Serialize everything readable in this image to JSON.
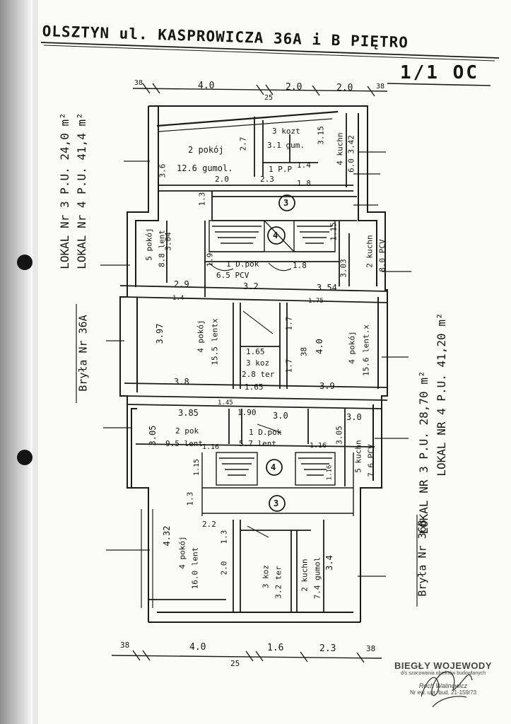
{
  "header": {
    "title": "OLSZTYN ul. KASPROWICZA 36A i B PIĘTRO",
    "code": "1/1 OC"
  },
  "side_labels": {
    "left_lokal3": "LOKAL Nr 3 P.U. 24,0 m²",
    "left_lokal4": "LOKAL Nr 4 P.U. 41,4 m²",
    "left_bryla": "Bryła Nr 36A",
    "right_bryla": "Bryła Nr 36B",
    "right_lokal3": "LOKAL NR 3 P.U. 28,70 m²",
    "right_lokal4": "LOKAL NR 4 P.U. 41,20 m²"
  },
  "top_dims": {
    "d38a": "38",
    "d40": "4.0",
    "d25": "25",
    "d20a": "2.0",
    "d20b": "2.0",
    "d38b": "38"
  },
  "bottom_dims": {
    "d38a": "38",
    "d40": "4.0",
    "d25": "25",
    "d16": "1.6",
    "d23": "2.3",
    "d38b": "38"
  },
  "rooms": {
    "r_pokoj2": "2 pokój",
    "r_pokoj2b": "12.6 gumol.",
    "r_koz": "3 kozt",
    "r_koz_b": "3.1 gum.",
    "r_kuch": "4 kuchn",
    "r_kuch_b": "6.0 3.42",
    "r_pp": "1 P.P",
    "r_3_15": "3.15",
    "r_2_7": "2.7",
    "r_3_6": "3.6",
    "r_1_4": "1.4",
    "r_2_0": "2.0",
    "r_2_3": "2.3",
    "r_1_8": "1.8",
    "r_1_3": "1.3",
    "r_5pok": "5 pokój",
    "r_5pok_b": "8.8 lent",
    "r_3_04": "3.04",
    "r_2kuch": "2 kuchn",
    "r_2kuch_b": "8.0 PCV",
    "r_3_03": "3.03",
    "r_1_9": "1.9",
    "r_dpok": "1 D.pok",
    "r_dpok_b": "6.5 PCV",
    "r_1_8b": "1.8",
    "r_1_15": "1.15",
    "r_2_9": "2.9",
    "r_3_2": "3.2",
    "r_3_54": "3.54",
    "r_1_4b": "1.4",
    "r_1_75": "1.75",
    "r_3_97": "3.97",
    "r_4pok": "4 pokój",
    "r_4pok_b": "15.5 lentx",
    "r_4pokR": "4 pokój",
    "r_4pokR_b": "15.6 lent.x",
    "r_4_0": "4.0",
    "r_1_7": "1.7",
    "r_1_7b": "1.7",
    "r_1_65": "1.65",
    "r_3koz": "3 koz",
    "r_3koz_b": "2.8 ter",
    "r_1_65b": "1.65",
    "r_3_8": "3.8",
    "r_3_9": "3.9",
    "r_38": "38",
    "r_3_85": "3.85",
    "r_1_45": "1.45",
    "r_1_90": "1.90",
    "r_3_0": "3.0",
    "r_3_0b": "3.0",
    "r_3_05": "3.05",
    "r_2pok": "2 pok",
    "r_2pok_b": "9.5 lent",
    "r_1dpok": "1 D.pok",
    "r_1dpok_b": "5.7 lent",
    "r_1_16": "1.16",
    "r_1_16b": "1.16",
    "r_3_05b": "3.05",
    "r_5kuch": "5 kuchn",
    "r_5kuch_b": "7.6 PCV",
    "r_1_16c": "1.16",
    "r_1_15b": "1.15",
    "r_4_32": "4.32",
    "r_4pokB": "4 pokój",
    "r_4pokB_b": "16.0 lent",
    "r_2_2": "2.2",
    "r_1_3b": "1.3",
    "r_2_0b": "2.0",
    "r_3koz2": "3 koz",
    "r_3koz2_b": "3.2 ter",
    "r_2kuch2": "2 kuchn",
    "r_2kuch2_b": "7.4 gumol",
    "r_3_4": "3.4",
    "r_1_3c": "1.3"
  },
  "stair_markers": {
    "top3": "3",
    "top4": "4",
    "bot4": "4",
    "bot3": "3"
  },
  "stamp": {
    "line1": "BIEGŁY WOJEWODY",
    "line2": "d/s szacowania obiektów budowlanych",
    "line3": "Roch Walinowicz",
    "line4": "Nr ew. upr. bud. 21-159/73"
  }
}
